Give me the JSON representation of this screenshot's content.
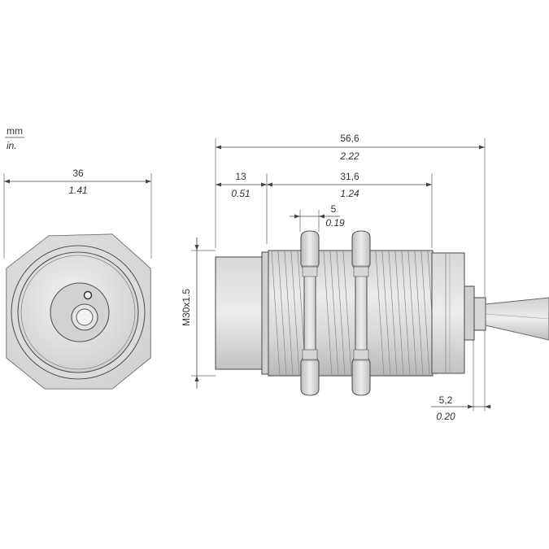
{
  "units": {
    "primary": "mm",
    "secondary": "in."
  },
  "front_view": {
    "width_mm": "36",
    "width_in": "1.41"
  },
  "side_view": {
    "overall_mm": "56,6",
    "overall_in": "2.22",
    "head_mm": "13",
    "head_in": "0.51",
    "thread_len_mm": "31,6",
    "thread_len_in": "1.24",
    "nut_mm": "5",
    "nut_in": "0.19",
    "thread_size": "M30x1.5",
    "cable_mm": "5,2",
    "cable_in": "0.20"
  },
  "colors": {
    "body_light": "#e4e4e4",
    "body_mid": "#c8c8c8",
    "body_dark": "#a8a8a8",
    "outline": "#555555"
  }
}
